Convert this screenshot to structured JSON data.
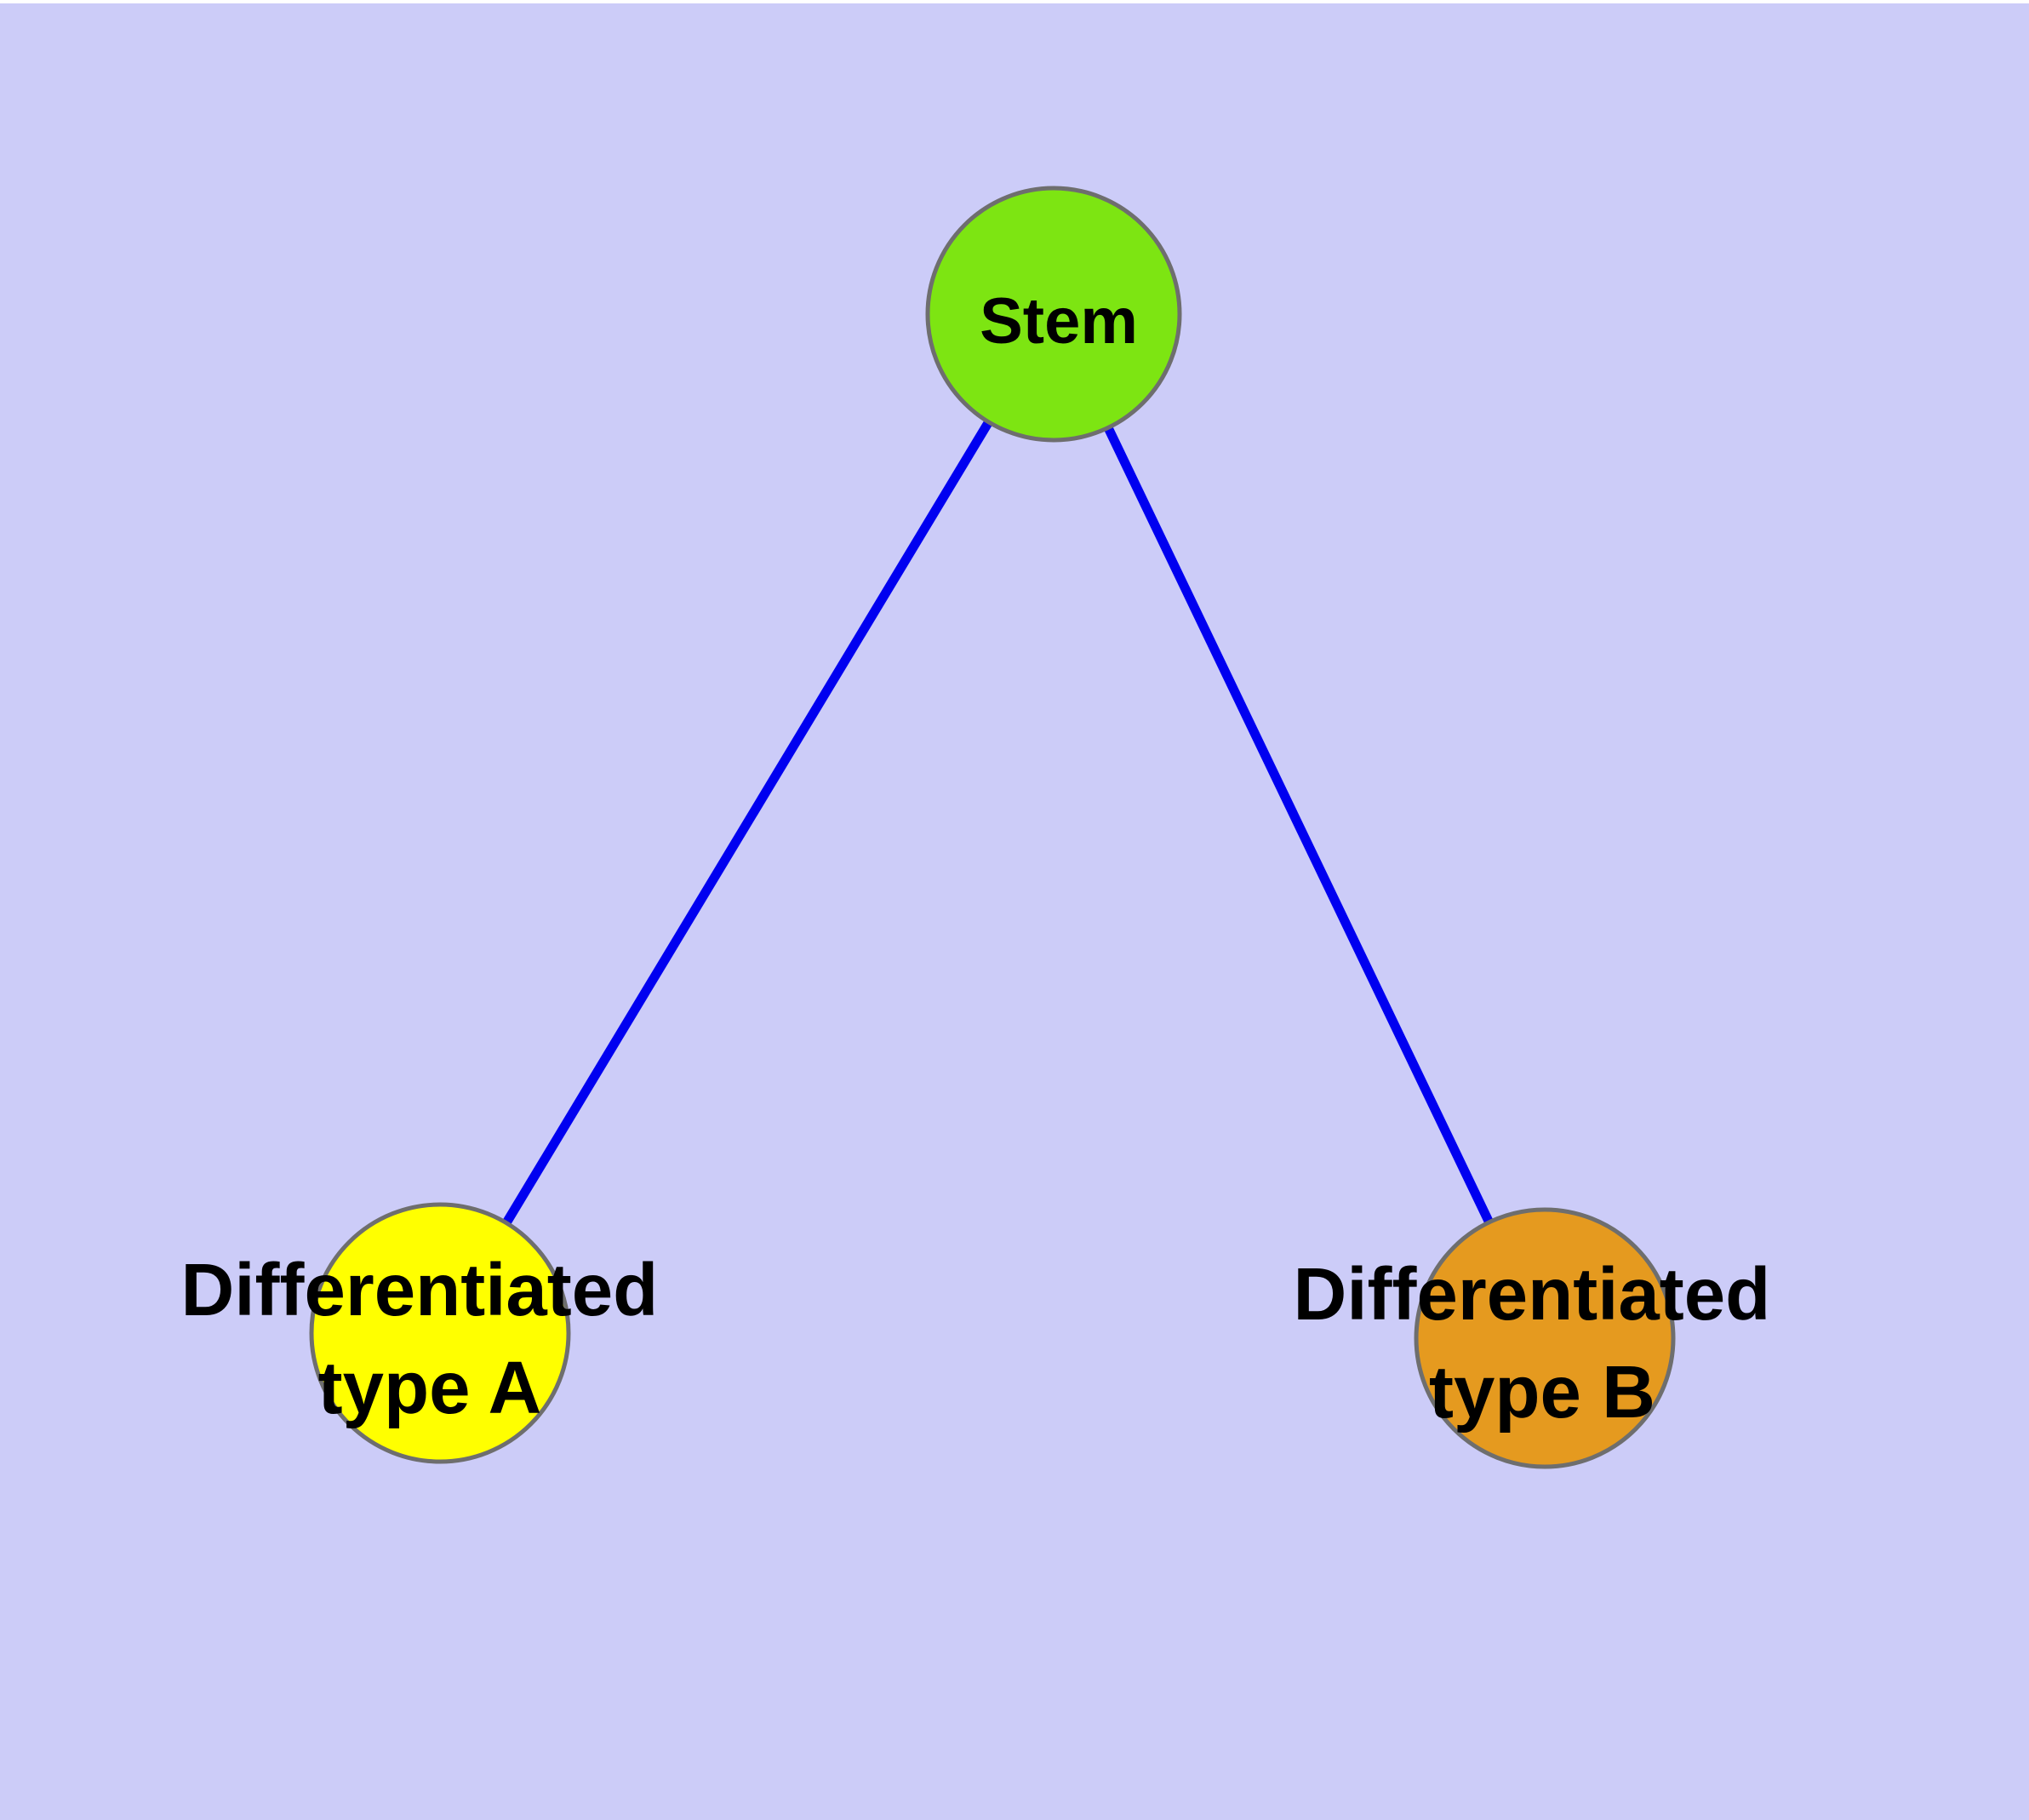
{
  "diagram": {
    "background_color": "#ccccf8",
    "top_strip_color": "#ffffff",
    "edge_color": "#0000f0",
    "node_border_color": "#6e6e6e",
    "label_color": "#000000",
    "nodes": {
      "stem": {
        "label": "Stem",
        "fill": "#7de512"
      },
      "type_a": {
        "label_line1": "Differentiated",
        "label_line2": "type A",
        "fill": "#ffff00"
      },
      "type_b": {
        "label_line1": "Differentiated",
        "label_line2": "type B",
        "fill": "#e59a1f"
      }
    },
    "edges": [
      {
        "name": "stem-to-type-a"
      },
      {
        "name": "stem-to-type-b"
      }
    ]
  }
}
